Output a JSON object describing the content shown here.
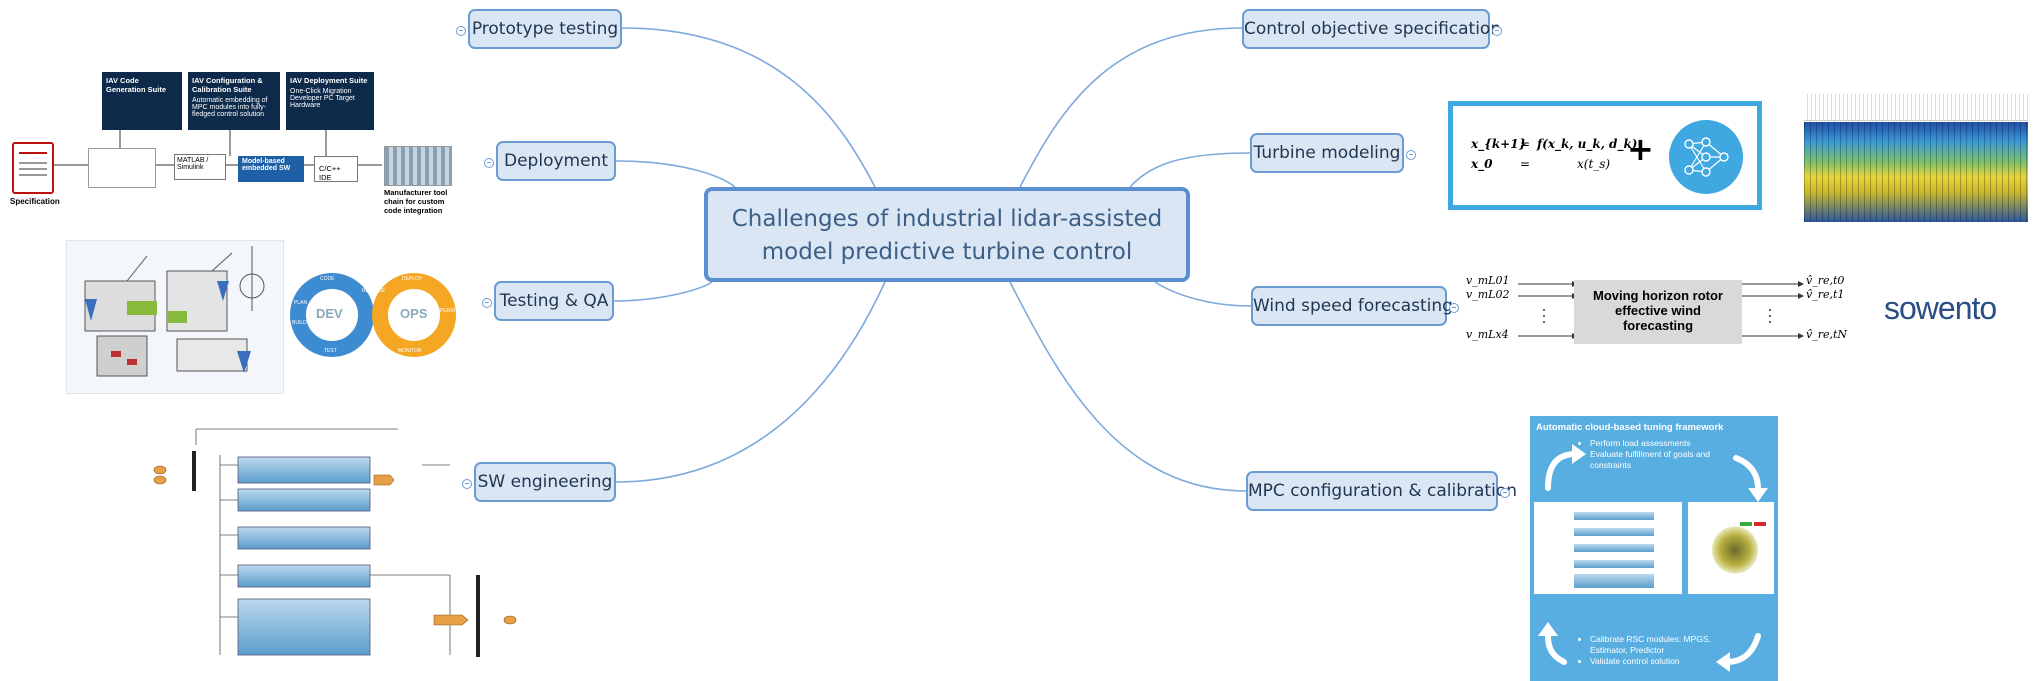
{
  "central": {
    "line1": "Challenges of industrial lidar-assisted",
    "line2": "model predictive turbine control"
  },
  "left_branches": {
    "prototype": "Prototype testing",
    "deployment": "Deployment",
    "testing": "Testing & QA",
    "sw": "SW engineering"
  },
  "right_branches": {
    "control": "Control objective specification",
    "turbine": "Turbine modeling",
    "wind": "Wind speed forecasting",
    "mpc": "MPC configuration & calibration"
  },
  "deployment_fig": {
    "spec_label": "Specification",
    "box1_title": "IAV Code Generation Suite",
    "box2_title": "IAV Configuration & Calibration Suite",
    "box2_text": "Automatic embedding of MPC modules into fully-fledged control solution",
    "box3_title": "IAV Deployment Suite",
    "box3_text": "One-Click Migration Developer PC Target Hardware",
    "matlab": "MATLAB / Simulink",
    "embedded": "Model-based embedded SW",
    "ide": "C/C++ IDE",
    "manufacturer": "Manufacturer tool chain for custom code integration"
  },
  "devops": {
    "dev": "DEV",
    "ops": "OPS",
    "code": "CODE",
    "test": "TEST",
    "build": "BUILD",
    "plan": "PLAN",
    "release": "RELEASE",
    "deploy": "DEPLOY",
    "operate": "OPERATE",
    "monitor": "MONITOR"
  },
  "equation": {
    "lhs1": "x_{k+1}",
    "eq": "=",
    "rhs1": "f(x_k, u_k, d_k)",
    "lhs2": "x_0",
    "rhs2": "x(t_s)",
    "plus": "+"
  },
  "forecast": {
    "box": "Moving horizon rotor effective wind forecasting",
    "in1": "v_mL01",
    "in2": "v_mL02",
    "in3": "v_mLx4",
    "out1": "v̂_re,t0",
    "out2": "v̂_re,t1",
    "out3": "v̂_re,tN",
    "logo": "sowento"
  },
  "cloud": {
    "title": "Automatic cloud-based tuning framework",
    "top_items": [
      "Perform load assessments",
      "Evaluate fulfillment of goals and constraints"
    ],
    "bottom_items": [
      "Calibrate RSC modules: MPGS, Estimator, Predictor",
      "Validate control solution"
    ]
  },
  "colors": {
    "node_fill": "#dbe6f4",
    "node_border": "#6a9bd3",
    "connector": "#6a9bd3",
    "cloud_bg": "#58aee0",
    "dark_box": "#0e2a4a"
  }
}
